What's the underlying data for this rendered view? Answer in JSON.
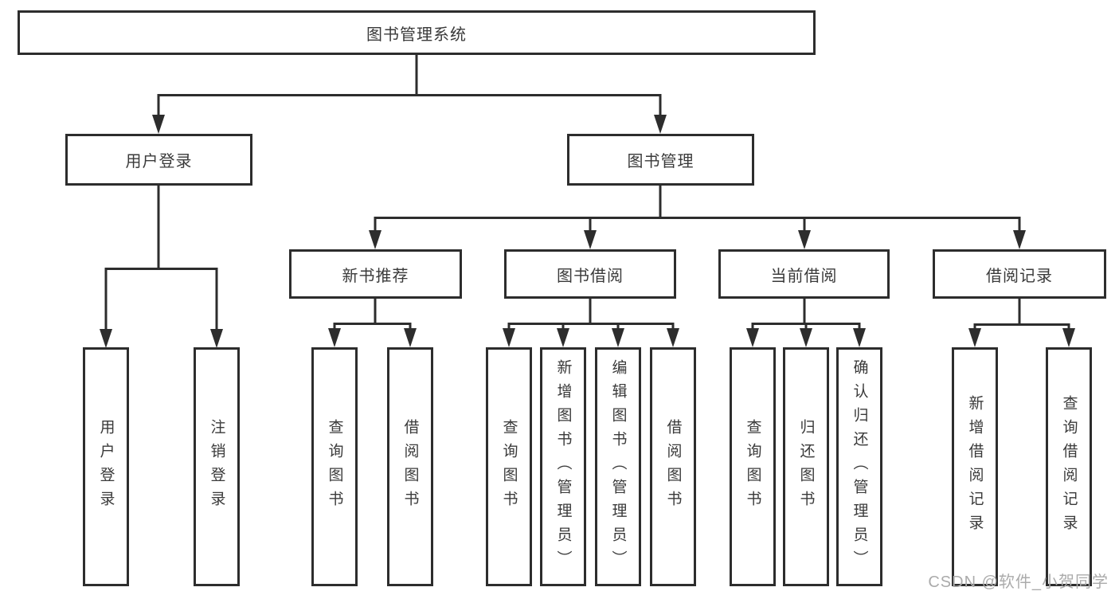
{
  "nodes": {
    "root": "图书管理系统",
    "l2": [
      "用户登录",
      "图书管理"
    ],
    "l3": [
      "新书推荐",
      "图书借阅",
      "当前借阅",
      "借阅记录"
    ],
    "leaves": [
      "用户登录",
      "注销登录",
      "查询图书",
      "借阅图书",
      "查询图书",
      "新增图书（管理员）",
      "编辑图书（管理员）",
      "借阅图书",
      "查询图书",
      "归还图书",
      "确认归还（管理员）",
      "新增借阅记录",
      "查询借阅记录"
    ]
  },
  "hierarchy": {
    "图书管理系统": [
      "用户登录",
      "图书管理"
    ],
    "用户登录": [
      "用户登录",
      "注销登录"
    ],
    "图书管理": [
      "新书推荐",
      "图书借阅",
      "当前借阅",
      "借阅记录"
    ],
    "新书推荐": [
      "查询图书",
      "借阅图书"
    ],
    "图书借阅": [
      "查询图书",
      "新增图书（管理员）",
      "编辑图书（管理员）",
      "借阅图书"
    ],
    "当前借阅": [
      "查询图书",
      "归还图书",
      "确认归还（管理员）"
    ],
    "借阅记录": [
      "新增借阅记录",
      "查询借阅记录"
    ]
  },
  "watermark": "CSDN @软件_小贺同学",
  "colors": {
    "line": "#2d2d2d",
    "text": "#3a3a3a",
    "watermark": "#ababab",
    "background": "#ffffff"
  }
}
